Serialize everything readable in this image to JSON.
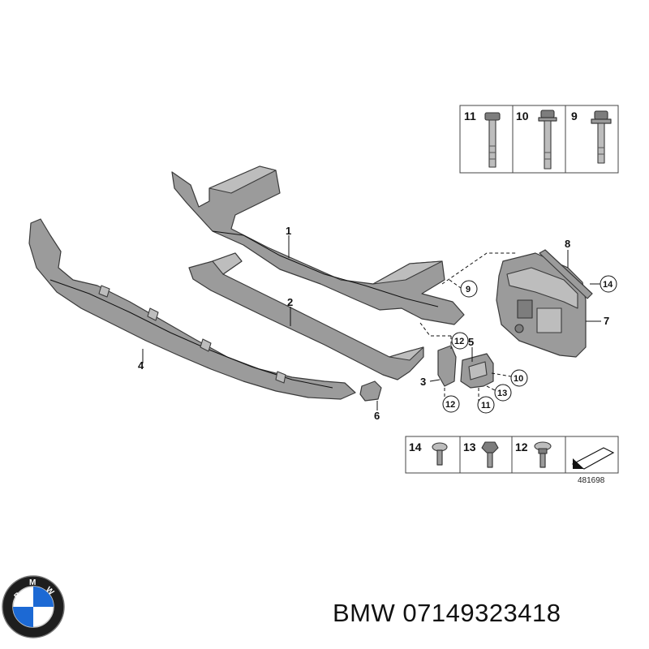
{
  "parts": [
    {
      "id": "p1",
      "number": "1"
    },
    {
      "id": "p2",
      "number": "2"
    },
    {
      "id": "p3",
      "number": "3"
    },
    {
      "id": "p4",
      "number": "4"
    },
    {
      "id": "p5",
      "number": "5"
    },
    {
      "id": "p6",
      "number": "6"
    },
    {
      "id": "p7",
      "number": "7"
    },
    {
      "id": "p8",
      "number": "8"
    }
  ],
  "callouts": [
    {
      "id": "c9",
      "number": "9"
    },
    {
      "id": "c10",
      "number": "10"
    },
    {
      "id": "c11",
      "number": "11"
    },
    {
      "id": "c12a",
      "number": "12"
    },
    {
      "id": "c12b",
      "number": "12"
    },
    {
      "id": "c13",
      "number": "13"
    },
    {
      "id": "c14",
      "number": "14"
    }
  ],
  "bolt_box_top": [
    "11",
    "10",
    "9"
  ],
  "screw_box_bottom": [
    "14",
    "13",
    "12"
  ],
  "diagram_ref": "481698",
  "caption": "BMW 07149323418",
  "logo_text": [
    "B",
    "M",
    "W"
  ],
  "colors": {
    "part_fill": "#9b9b9b",
    "outline": "#3a3a3a",
    "logo_blue": "#1c69d4"
  }
}
